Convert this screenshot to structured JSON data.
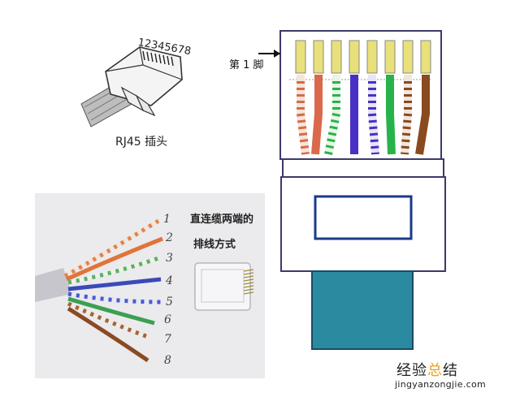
{
  "rj45_plug": {
    "pin_numbers": "12345678",
    "caption": "RJ45 插头"
  },
  "pin_diagram": {
    "pin1_label": "第 1 脚"
  },
  "photo": {
    "title": "直连缆两端的",
    "subtitle": "排线方式",
    "wire_numbers": [
      "1",
      "2",
      "3",
      "4",
      "5",
      "6",
      "7",
      "8"
    ]
  },
  "watermark": {
    "brand_black_a": "经验",
    "brand_accent": "总",
    "brand_black_b": "结",
    "url": "jingyanzongjie.com"
  },
  "colors": {
    "wire_orange_white": "#f3e6d8",
    "wire_orange": "#d9694a",
    "wire_green_white": "#e8f4e6",
    "wire_blue": "#4a2fc4",
    "wire_green": "#28b34a",
    "wire_brown": "#8a4a1e",
    "jack_blue": "#2a8aa0",
    "pin_gold": "#e8e07a"
  }
}
